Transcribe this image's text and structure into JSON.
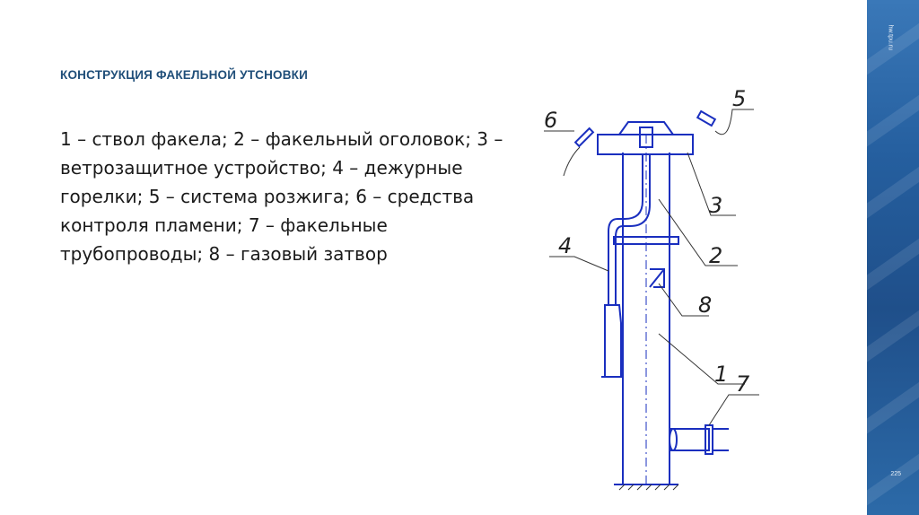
{
  "slide": {
    "title": "КОНСТРУКЦИЯ ФАКЕЛЬНОЙ УТСНОВКИ",
    "body": "1 – ствол факела; 2 – факельный оголовок; 3 – ветрозащитное устройство; 4 – дежурные горелки; 5 – система розжига; 6 – средства контроля пламени; 7 – факельные трубопроводы; 8 – газовый затвор",
    "side_label": "hw.tpu.ru",
    "page_number": "225"
  },
  "diagram": {
    "labels": [
      "1",
      "2",
      "3",
      "4",
      "5",
      "6",
      "7",
      "8"
    ]
  },
  "colors": {
    "title": "#1f4e79",
    "drawing_blue": "#1a2fbf",
    "leader_gray": "#333333",
    "band": "#255f9f"
  }
}
